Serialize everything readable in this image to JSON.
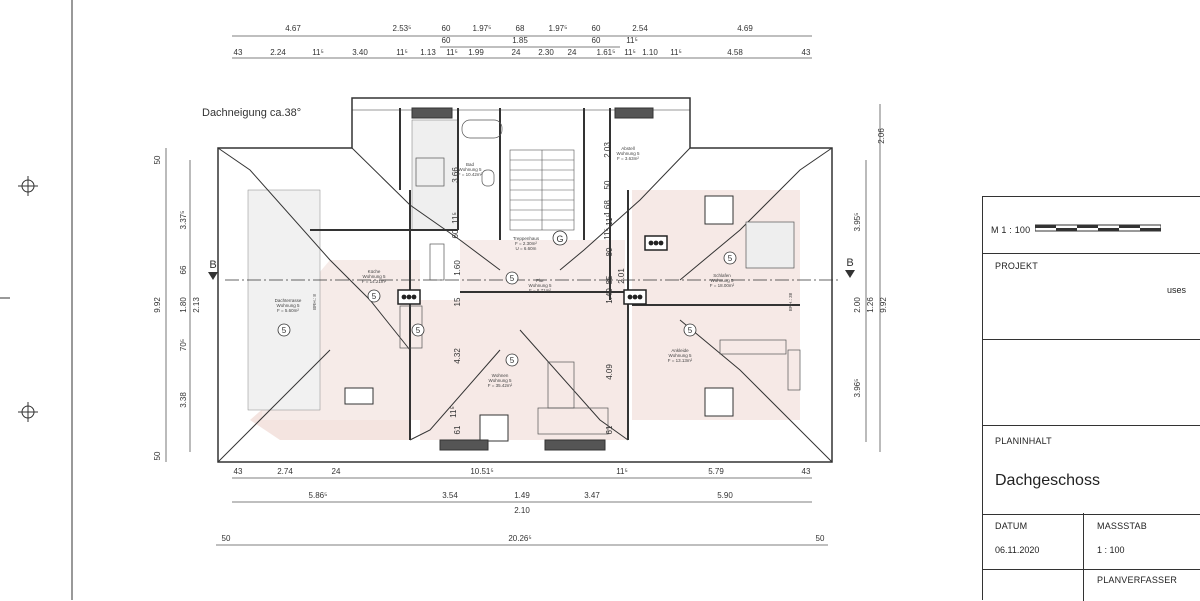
{
  "roof_note": "Dachneigung ca.38°",
  "dims_top_1": [
    "4.67",
    "2.53⁵",
    "60",
    "1.97⁵",
    "68",
    "1.97⁵",
    "60",
    "2.54",
    "4.69"
  ],
  "dims_top_2": [
    "60",
    "1.85",
    "60",
    "11⁵"
  ],
  "dims_top_3": [
    "43",
    "2.24",
    "11⁵",
    "3.40",
    "11⁵",
    "1.13",
    "11⁵",
    "1.99",
    "24",
    "2.30",
    "24",
    "1.61⁵",
    "11⁵",
    "1.10",
    "11⁵",
    "4.58",
    "43"
  ],
  "dims_bottom_1": [
    "43",
    "2.74",
    "24",
    "10.51⁵",
    "11⁵",
    "5.79",
    "43"
  ],
  "dims_bottom_2": [
    "5.86⁵",
    "3.54",
    "1.49",
    "3.47",
    "5.90"
  ],
  "dims_bottom_2b": "2.10",
  "dims_bottom_3": [
    "50",
    "20.26⁵",
    "50"
  ],
  "dims_left": [
    "50",
    "9.92",
    "3.37⁵",
    "66",
    "1.80",
    "2.13",
    "70⁵",
    "3.38",
    "50"
  ],
  "dims_right": [
    "2.06",
    "3.95⁵",
    "2.00",
    "1.26",
    "9.92",
    "3.96⁵"
  ],
  "dims_inner": [
    "3.66",
    "2.03",
    "50",
    "11⁵",
    "1.68",
    "60",
    "11⁵",
    "2.01",
    "1.60",
    "4.32",
    "4.09",
    "61",
    "11⁵",
    "61",
    "1.40",
    "15",
    "11⁵",
    "80",
    "85"
  ],
  "section_marks": [
    "B",
    "B"
  ],
  "rooms": [
    {
      "name": "Dachterrasse",
      "line2": "Wohnung 5",
      "area": "F = 5.60m²",
      "brh": "BRH.: 8"
    },
    {
      "name": "Küche",
      "line2": "Wohnung 5",
      "area": "F = 14.21m²"
    },
    {
      "name": "Bad",
      "line2": "Wohnung 5",
      "area": "F = 10.42m²"
    },
    {
      "name": "Treppenhaus",
      "line2": "F = 2.30m²",
      "area": "U = 6.60m"
    },
    {
      "name": "Flur",
      "line2": "Wohnung 5",
      "area": "F = 8.71m²"
    },
    {
      "name": "Abstell",
      "line2": "Wohnung 5",
      "area": "F = 3.63m²"
    },
    {
      "name": "Schlafen",
      "line2": "Wohnung 5",
      "area": "F = 18.00m²"
    },
    {
      "name": "Wohnen",
      "line2": "Wohnung 5",
      "area": "F = 35.42m²"
    },
    {
      "name": "Ankleide",
      "line2": "Wohnung 5",
      "area": "F = 13.13m²",
      "brh": "BRH.: 38"
    }
  ],
  "unit_mark": "5",
  "stair_mark": "G",
  "title_block": {
    "scale_bar_label": "M 1 : 100",
    "projekt_label": "PROJEKT",
    "projekt_value": "uses",
    "planinhalt_label": "PLANINHALT",
    "planinhalt_value": "Dachgeschoss",
    "datum_label": "DATUM",
    "datum_value": "06.11.2020",
    "massstab_label": "MASSSTAB",
    "massstab_value": "1 : 100",
    "planverfasser_label": "PLANVERFASSER"
  }
}
